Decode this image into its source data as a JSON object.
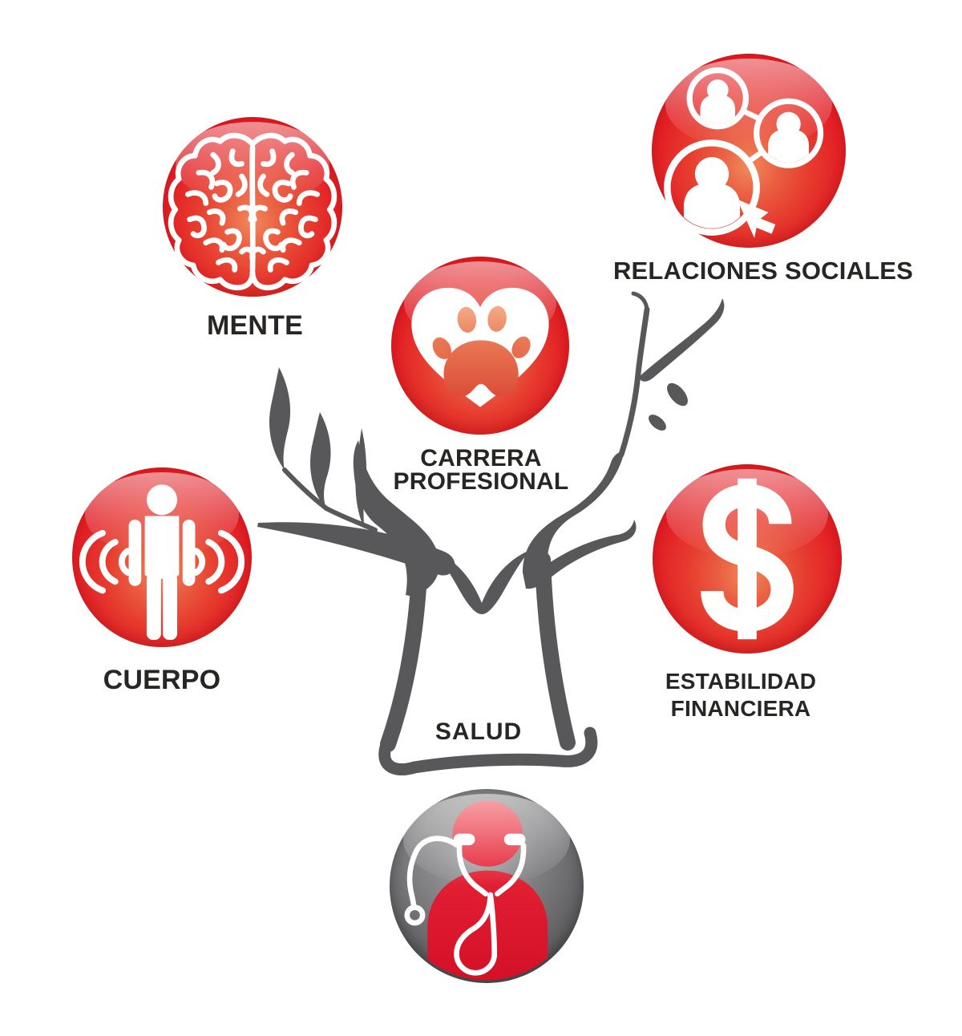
{
  "diagram": {
    "title_concept": "SALUD",
    "tree_label": "SALUD",
    "nodes": [
      {
        "id": "mente",
        "label": "MENTE",
        "icon": "brain-icon"
      },
      {
        "id": "relaciones-sociales",
        "label": "RELACIONES SOCIALES",
        "icon": "social-network-icon"
      },
      {
        "id": "carrera-profesional",
        "label_line1": "CARRERA",
        "label_line2": "PROFESIONAL",
        "icon": "heart-paw-icon"
      },
      {
        "id": "cuerpo",
        "label": "CUERPO",
        "icon": "body-vibration-icon"
      },
      {
        "id": "estabilidad-financiera",
        "label_line1": "ESTABILIDAD",
        "label_line2": "FINANCIERA",
        "icon": "dollar-icon"
      },
      {
        "id": "salud-doctor",
        "icon": "doctor-stethoscope-icon"
      }
    ],
    "colors": {
      "background": "#ffffff",
      "tree_gray": "#58585a",
      "label_text": "#282624",
      "sphere_red_edge": "#cd1118",
      "sphere_red_center": "#f08a5e",
      "sphere_gray_edge": "#454547",
      "paw_orange_top": "#f09365",
      "paw_orange_bottom": "#dc4b38",
      "doctor_figure_red": "#e01d31",
      "icon_white": "#ffffff"
    }
  }
}
